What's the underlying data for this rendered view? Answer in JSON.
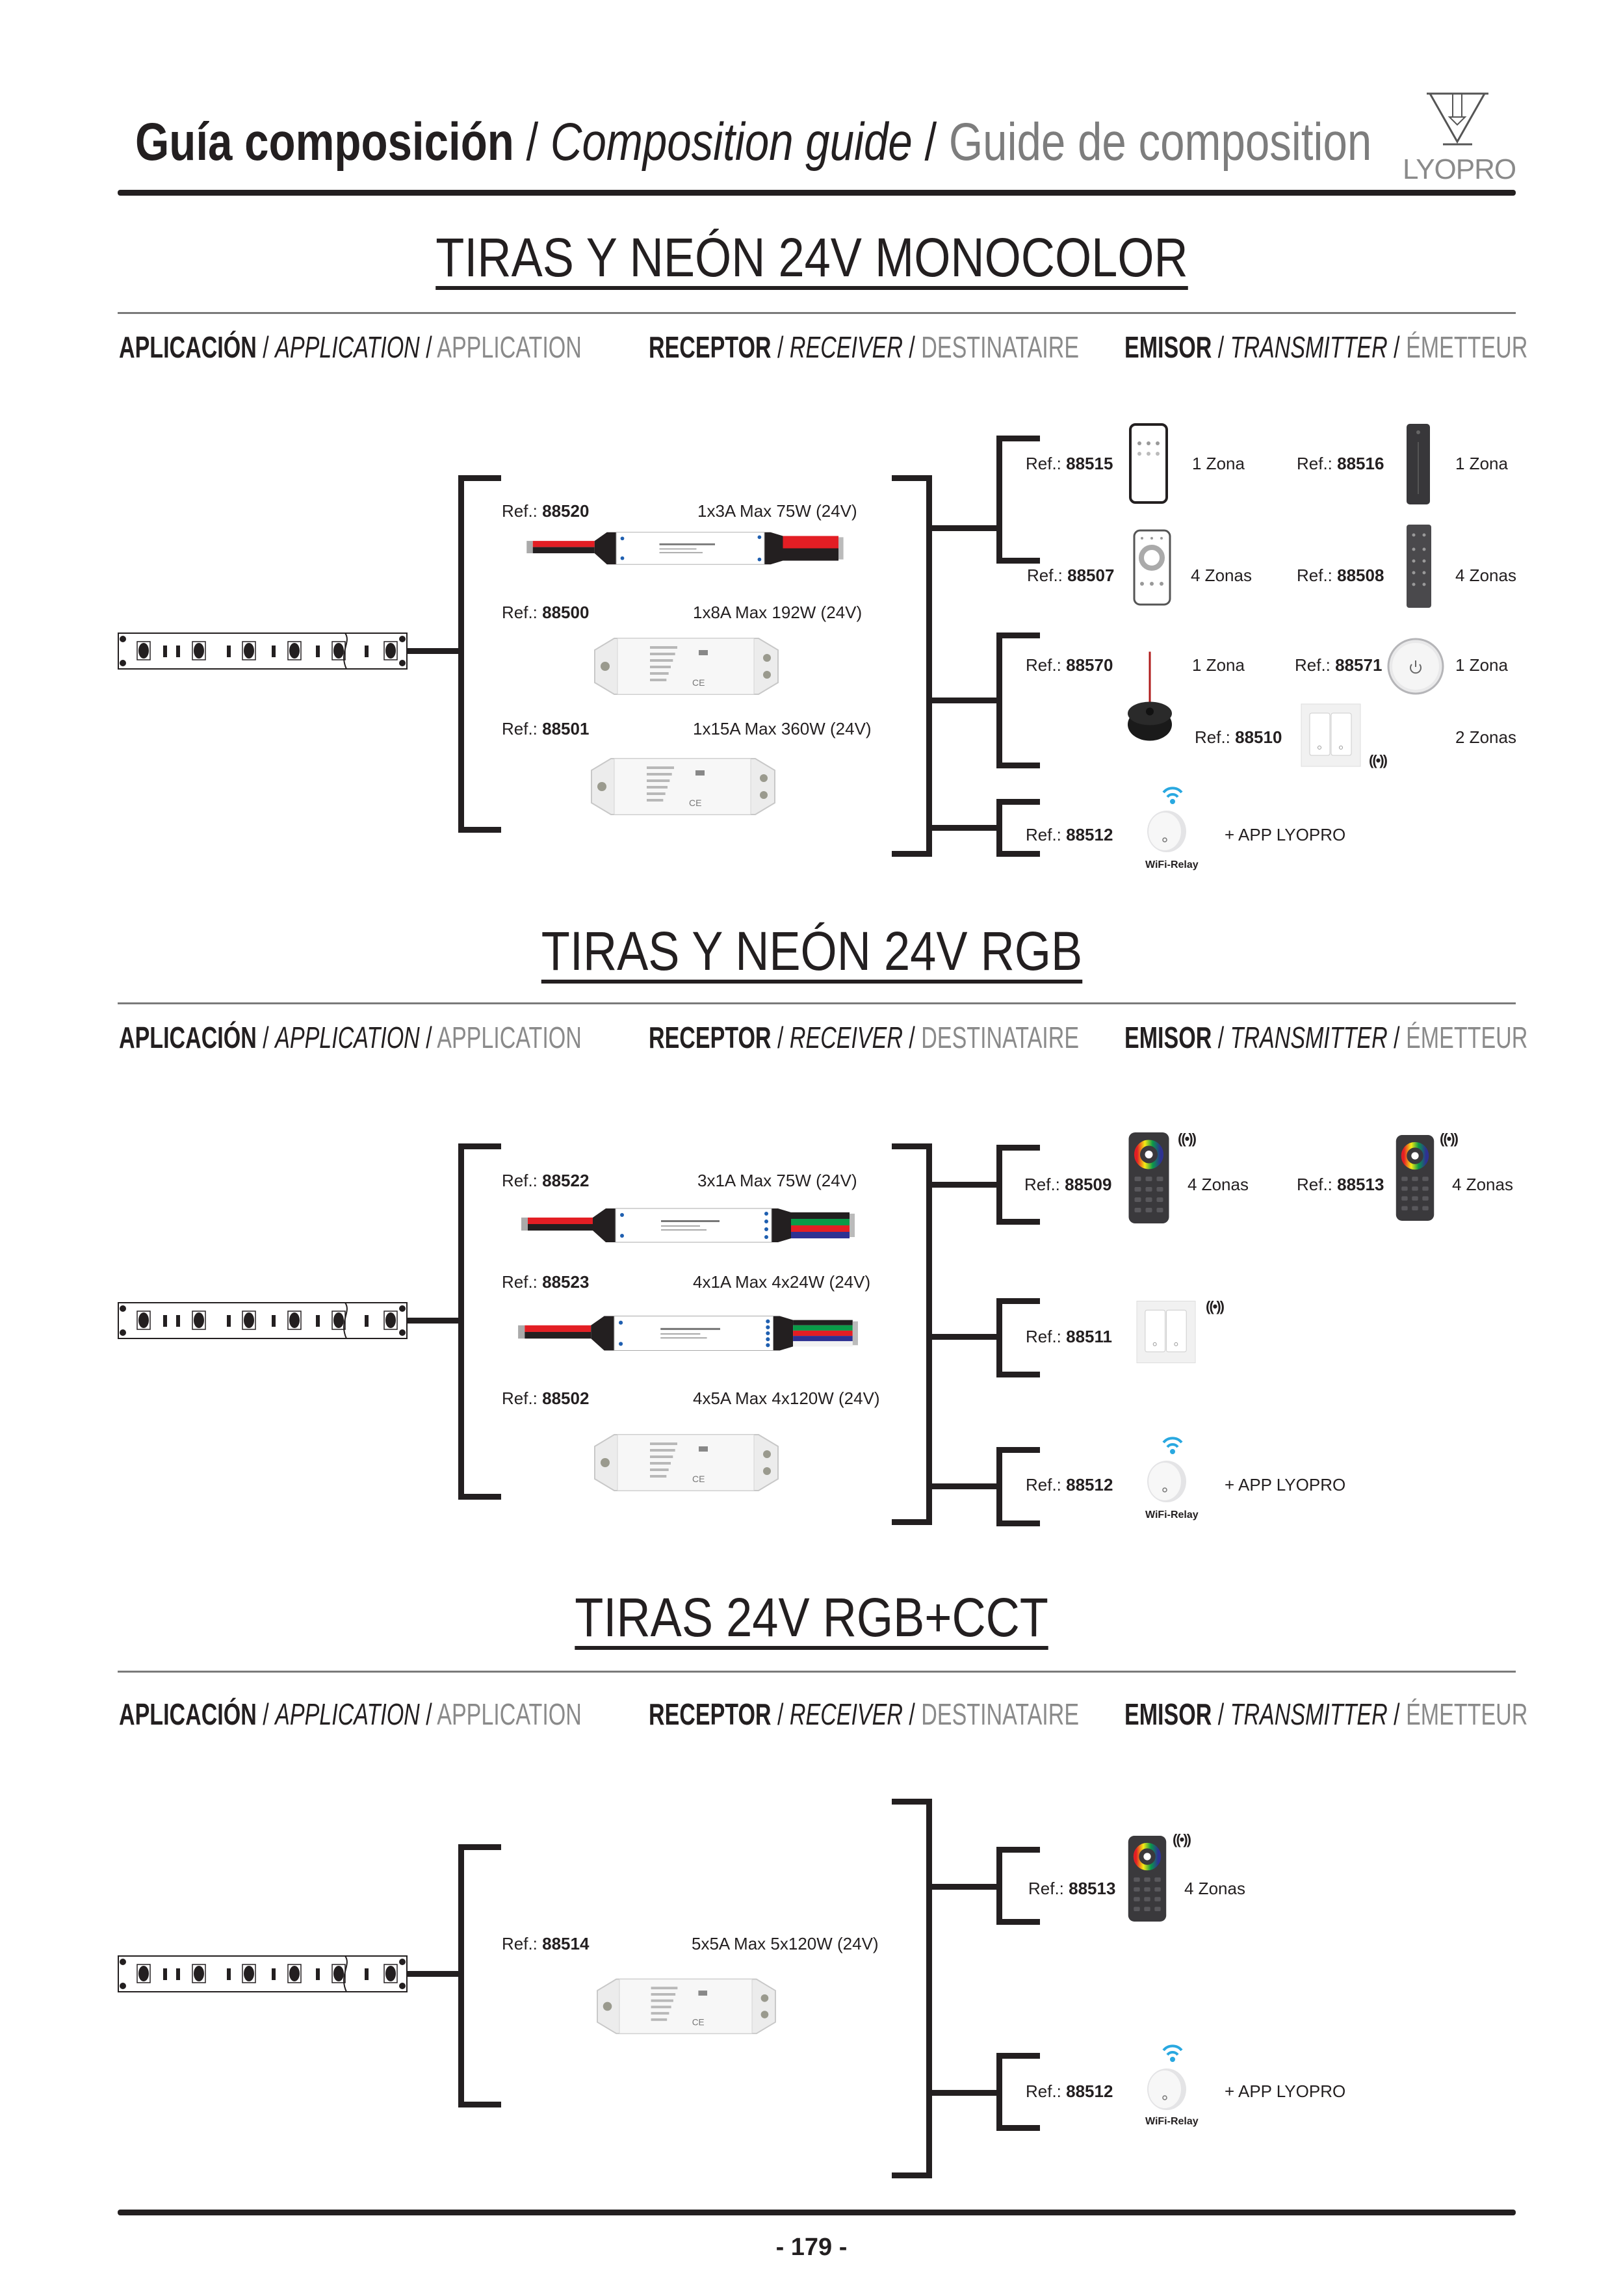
{
  "header": {
    "title_es": "Guía composición",
    "title_en": "Composition guide",
    "title_fr": "Guide de composition",
    "separator": " / ",
    "brand": "LYOPRO"
  },
  "column_headers": [
    {
      "es": "APLICACIÓN",
      "en": "APPLICATION",
      "fr": "APPLICATION"
    },
    {
      "es": "RECEPTOR",
      "en": "RECEIVER",
      "fr": "DESTINATAIRE"
    },
    {
      "es": "EMISOR",
      "en": "TRANSMITTER",
      "fr": "ÉMETTEUR"
    }
  ],
  "labels": {
    "ref_prefix": "Ref.: ",
    "wifi_caption": "WiFi-Relay",
    "radio_symbol": "((•))"
  },
  "sections": [
    {
      "title": "TIRAS Y NEÓN 24V MONOCOLOR",
      "application_icon": "led-strip",
      "receivers": [
        {
          "ref": "88520",
          "spec": "1x3A Max 75W (24V)",
          "device": "mini-dimmer"
        },
        {
          "ref": "88500",
          "spec": "1x8A Max 192W (24V)",
          "device": "box-controller"
        },
        {
          "ref": "88501",
          "spec": "1x15A Max 360W (24V)",
          "device": "box-controller"
        }
      ],
      "emitters": [
        {
          "ref": "88515",
          "zones": "1 Zona",
          "device": "white-remote"
        },
        {
          "ref": "88516",
          "zones": "1 Zona",
          "device": "slim-dark-remote"
        },
        {
          "ref": "88507",
          "zones": "4 Zonas",
          "device": "dial-remote"
        },
        {
          "ref": "88508",
          "zones": "4 Zonas",
          "device": "dark-keypad-remote"
        },
        {
          "ref": "88570",
          "zones": "1 Zona",
          "device": "black-puck"
        },
        {
          "ref": "88571",
          "zones": "1 Zona",
          "device": "round-button"
        },
        {
          "ref": "88510",
          "zones": "2 Zonas",
          "device": "wall-switch"
        },
        {
          "ref": "88512",
          "zones": "+ APP LYOPRO",
          "device": "wifi-relay"
        }
      ]
    },
    {
      "title": "TIRAS Y NEÓN 24V RGB",
      "application_icon": "led-strip",
      "receivers": [
        {
          "ref": "88522",
          "spec": "3x1A Max 75W (24V)",
          "device": "mini-rgb-controller"
        },
        {
          "ref": "88523",
          "spec": "4x1A Max 4x24W (24V)",
          "device": "mini-rgbw-controller"
        },
        {
          "ref": "88502",
          "spec": "4x5A Max 4x120W (24V)",
          "device": "box-controller"
        }
      ],
      "emitters": [
        {
          "ref": "88509",
          "zones": "4 Zonas",
          "device": "rgb-remote"
        },
        {
          "ref": "88513",
          "zones": "4 Zonas",
          "device": "rgb-remote"
        },
        {
          "ref": "88511",
          "zones": "",
          "device": "wall-switch"
        },
        {
          "ref": "88512",
          "zones": "+ APP LYOPRO",
          "device": "wifi-relay"
        }
      ]
    },
    {
      "title": "TIRAS  24V  RGB+CCT",
      "application_icon": "led-strip",
      "receivers": [
        {
          "ref": "88514",
          "spec": "5x5A Max 5x120W (24V)",
          "device": "box-controller"
        }
      ],
      "emitters": [
        {
          "ref": "88513",
          "zones": "4 Zonas",
          "device": "rgb-remote"
        },
        {
          "ref": "88512",
          "zones": "+ APP LYOPRO",
          "device": "wifi-relay"
        }
      ]
    }
  ],
  "footer": {
    "page_number": "- 179 -"
  }
}
